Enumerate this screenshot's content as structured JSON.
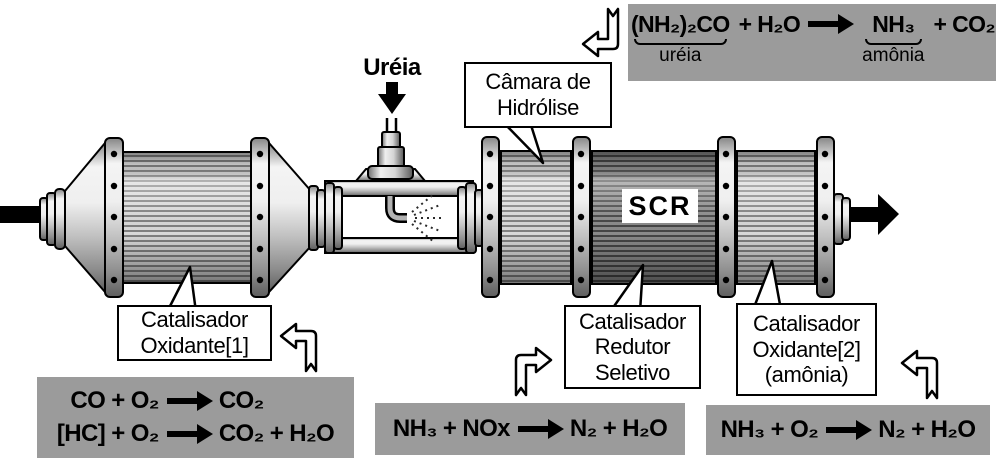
{
  "colors": {
    "box_gray": "#9b9b9b",
    "ink": "#000000"
  },
  "machine": {
    "scr_label": "SCR",
    "urea_label": "Uréia"
  },
  "callouts": {
    "hydrolysis": {
      "lines": [
        "Câmara de",
        "Hidrólise"
      ]
    },
    "oxidante1": {
      "lines": [
        "Catalisador",
        "Oxidante[1]"
      ]
    },
    "redutor": {
      "lines": [
        "Catalisador",
        "Redutor",
        "Seletivo"
      ]
    },
    "oxidante2": {
      "lines": [
        "Catalisador",
        "Oxidante[2]",
        "(amônia)"
      ]
    }
  },
  "equations": {
    "urea_hydrolysis": {
      "term1": "(NH₂)₂CO",
      "term1_note": "uréia",
      "mid": "+ H₂O",
      "term2": "NH₃",
      "term2_note": "amônia",
      "tail": "+ CO₂"
    },
    "oxidation1": [
      {
        "lhs": "CO + O₂",
        "rhs": "CO₂"
      },
      {
        "lhs": "[HC] + O₂",
        "rhs": "CO₂ + H₂O"
      }
    ],
    "scr_reaction": {
      "lhs": "NH₃ + NOx",
      "rhs": "N₂ + H₂O"
    },
    "ammonia_oxidation": {
      "lhs": "NH₃ + O₂",
      "rhs": "N₂ + H₂O"
    }
  }
}
